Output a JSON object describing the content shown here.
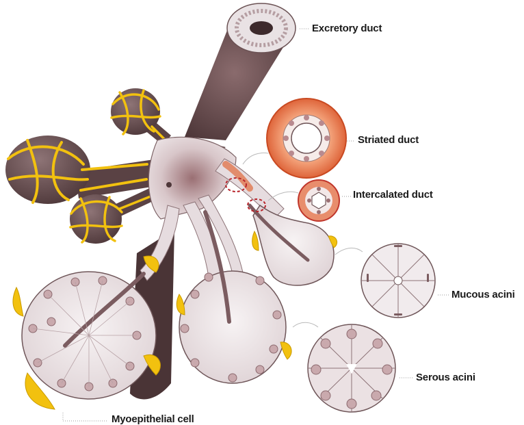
{
  "labels": {
    "excretory_duct": "Excretory duct",
    "striated_duct": "Striated duct",
    "intercalated_duct": "Intercalated duct",
    "mucous_acini": "Mucous acini",
    "serous_acini": "Serous acini",
    "myoepithelial_cell": "Myoepithelial cell"
  },
  "colors": {
    "duct_dark": "#5e4446",
    "duct_mid": "#7d5f61",
    "tissue_light": "#e8dfe1",
    "tissue_pale": "#f3eef0",
    "nucleus": "#b89095",
    "myoepithelial_yellow": "#f2c10f",
    "striated_orange": "#e06a3a",
    "highlight_red": "#b8232a"
  }
}
